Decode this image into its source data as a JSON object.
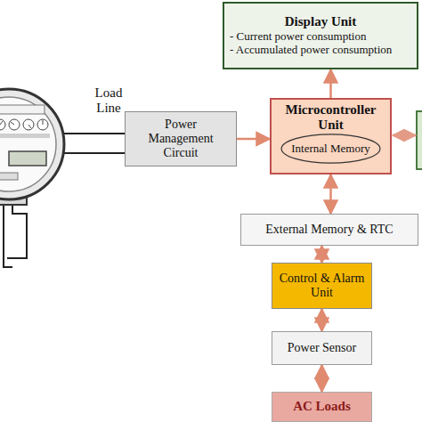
{
  "diagram": {
    "nodes": [
      {
        "text": [
          "Display Unit",
          "- Current power consumption",
          "- Accumulated power consumption"
        ]
      },
      {
        "text": [
          "Power Management Circuit"
        ]
      },
      {
        "text": [
          "Microcontroller Unit"
        ]
      },
      {
        "text": [
          "Internal Memory"
        ],
        "in": 2
      },
      {
        "text": [
          "External Memory & RTC"
        ]
      },
      {
        "text": [
          "Control & Alarm Unit"
        ]
      },
      {
        "text": [
          "Power Sensor"
        ]
      },
      {
        "text": [
          "AC Loads"
        ]
      }
    ],
    "edges": [
      {
        "from": 1,
        "to": 2,
        "arrow": "to"
      },
      {
        "from": 2,
        "to": 0,
        "arrow": "to"
      },
      {
        "from": 2,
        "to": 4,
        "arrow": "both"
      },
      {
        "from": 4,
        "to": 5,
        "arrow": "both"
      },
      {
        "from": 5,
        "to": 6,
        "arrow": "both"
      },
      {
        "from": 6,
        "to": 7,
        "arrow": "both"
      }
    ],
    "labels": [
      "Load Line"
    ]
  }
}
